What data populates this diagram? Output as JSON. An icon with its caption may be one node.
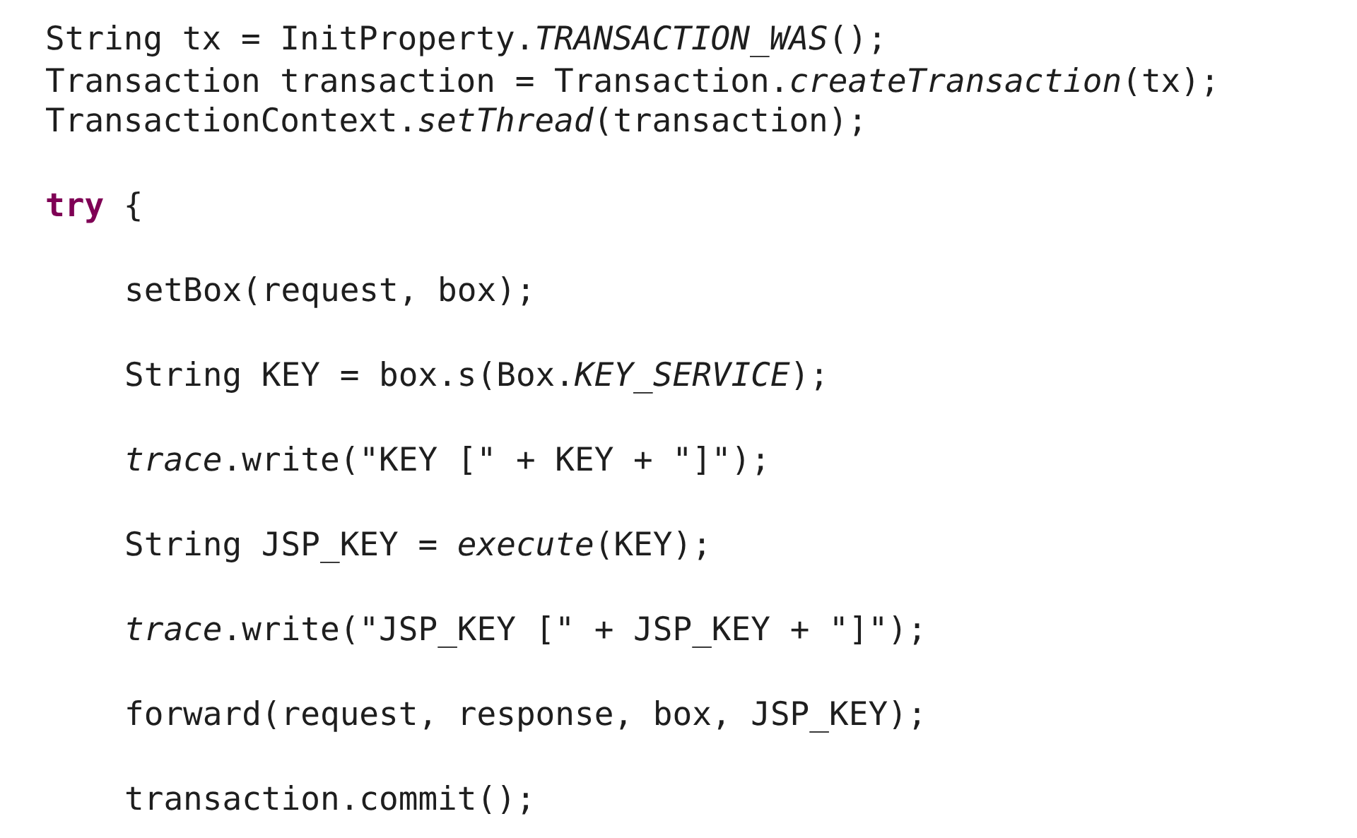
{
  "diagram": {
    "labels": [
      "String tx = InitProperty.*TRANSACTION_WAS*();",
      "Transaction transaction = Transaction.*createTransaction*(tx);",
      "TransactionContext.*setThread*(transaction);",
      "**try** {",
      "setBox(request, box);",
      "String KEY = box.s(Box.*KEY_SERVICE*);",
      "*trace*.write(\"KEY [\" + KEY + \"]\");",
      "String JSP_KEY = *execute*(KEY);",
      "*trace*.write(\"JSP_KEY [\" + JSP_KEY + \"]\");",
      "forward(request, response, box, JSP_KEY);",
      "transaction.commit();"
    ]
  }
}
